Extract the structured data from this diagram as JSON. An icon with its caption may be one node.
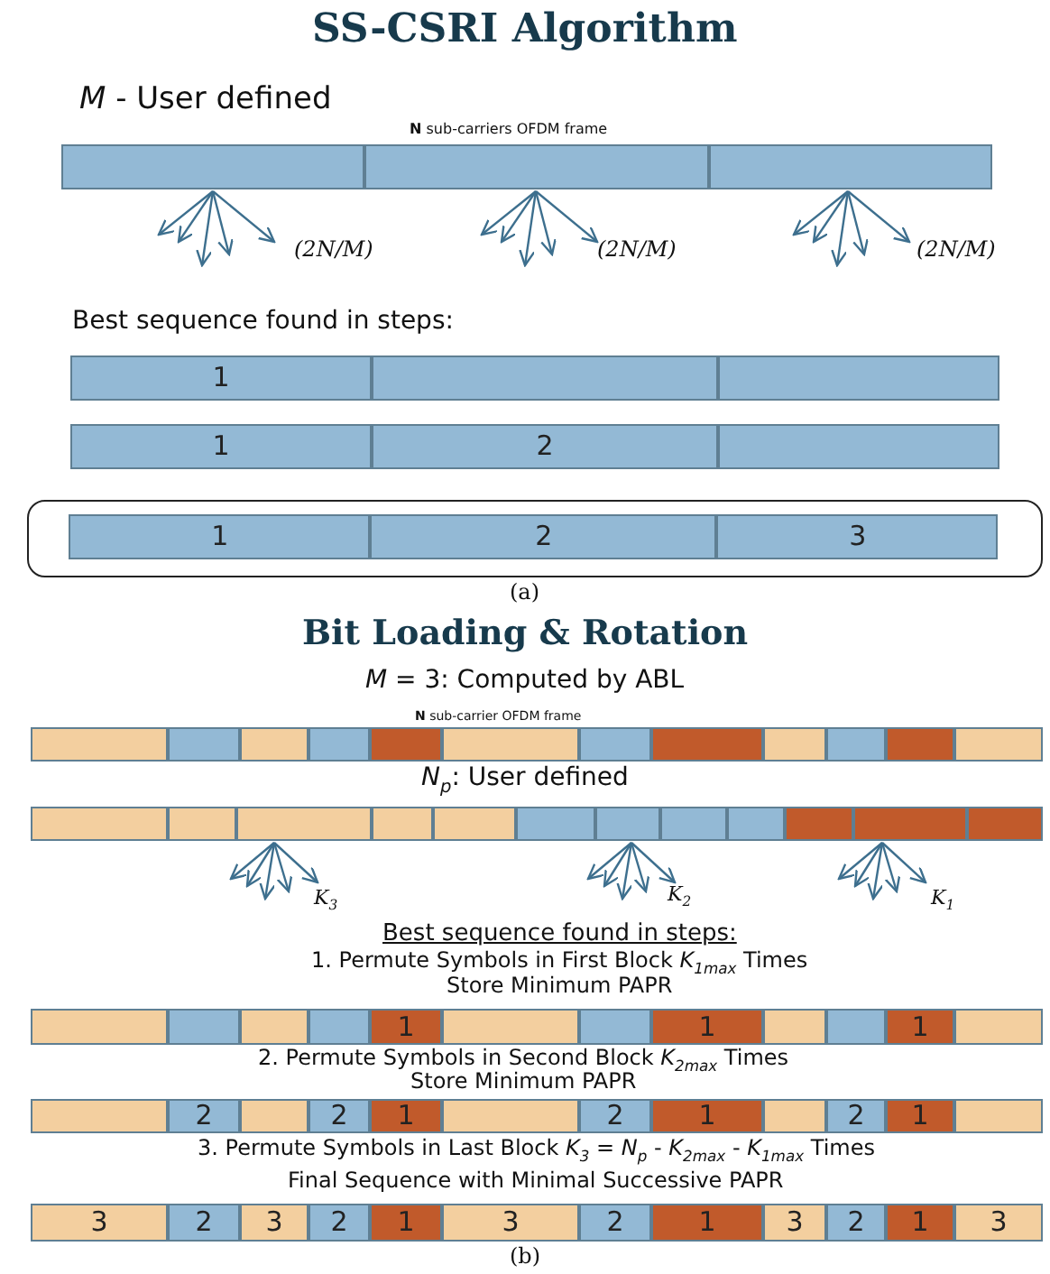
{
  "diagram": {
    "nodes": [
      {
        "text": [],
        "shape": "box"
      },
      {
        "text": [],
        "shape": "box"
      },
      {
        "text": [],
        "shape": "box"
      },
      {
        "text": [
          "1"
        ]
      },
      {
        "text": [],
        "shape": "box"
      },
      {
        "text": [],
        "shape": "box"
      },
      {
        "text": [
          "1"
        ]
      },
      {
        "text": [
          "2"
        ]
      },
      {
        "text": [],
        "shape": "box"
      },
      {
        "text": [],
        "shape": "box"
      },
      {
        "text": [
          "1"
        ],
        "in": 9
      },
      {
        "text": [
          "2"
        ],
        "in": 9
      },
      {
        "text": [
          "3"
        ],
        "in": 9
      },
      {
        "text": [],
        "shape": "box"
      },
      {
        "text": [],
        "shape": "box"
      },
      {
        "text": [],
        "shape": "box"
      },
      {
        "text": [],
        "shape": "box"
      },
      {
        "text": [],
        "shape": "box"
      },
      {
        "text": [],
        "shape": "box"
      },
      {
        "text": [],
        "shape": "box"
      },
      {
        "text": [],
        "shape": "box"
      },
      {
        "text": [],
        "shape": "box"
      },
      {
        "text": [],
        "shape": "box"
      },
      {
        "text": [],
        "shape": "box"
      },
      {
        "text": [],
        "shape": "box"
      },
      {
        "text": [],
        "shape": "box"
      },
      {
        "text": [],
        "shape": "box"
      },
      {
        "text": [],
        "shape": "box"
      },
      {
        "text": [],
        "shape": "box"
      },
      {
        "text": [],
        "shape": "box"
      },
      {
        "text": [],
        "shape": "box"
      },
      {
        "text": [],
        "shape": "box"
      },
      {
        "text": [],
        "shape": "box"
      },
      {
        "text": [],
        "shape": "box"
      },
      {
        "text": [],
        "shape": "box"
      },
      {
        "text": [],
        "shape": "box"
      },
      {
        "text": [],
        "shape": "box"
      },
      {
        "text": [],
        "shape": "box"
      },
      {
        "text": [],
        "shape": "box"
      },
      {
        "text": [],
        "shape": "box"
      },
      {
        "text": [],
        "shape": "box"
      },
      {
        "text": [
          "1"
        ]
      },
      {
        "text": [],
        "shape": "box"
      },
      {
        "text": [],
        "shape": "box"
      },
      {
        "text": [
          "1"
        ]
      },
      {
        "text": [],
        "shape": "box"
      },
      {
        "text": [],
        "shape": "box"
      },
      {
        "text": [
          "1"
        ]
      },
      {
        "text": [],
        "shape": "box"
      },
      {
        "text": [],
        "shape": "box"
      },
      {
        "text": [
          "2"
        ]
      },
      {
        "text": [],
        "shape": "box"
      },
      {
        "text": [
          "2"
        ]
      },
      {
        "text": [
          "1"
        ]
      },
      {
        "text": [],
        "shape": "box"
      },
      {
        "text": [
          "2"
        ]
      },
      {
        "text": [
          "1"
        ]
      },
      {
        "text": [],
        "shape": "box"
      },
      {
        "text": [
          "2"
        ]
      },
      {
        "text": [
          "1"
        ]
      },
      {
        "text": [],
        "shape": "box"
      },
      {
        "text": [
          "3"
        ]
      },
      {
        "text": [
          "2"
        ]
      },
      {
        "text": [
          "3"
        ]
      },
      {
        "text": [
          "2"
        ]
      },
      {
        "text": [
          "1"
        ]
      },
      {
        "text": [
          "3"
        ]
      },
      {
        "text": [
          "2"
        ]
      },
      {
        "text": [
          "1"
        ]
      },
      {
        "text": [
          "3"
        ]
      },
      {
        "text": [
          "2"
        ]
      },
      {
        "text": [
          "1"
        ]
      },
      {
        "text": [
          "3"
        ]
      }
    ],
    "labels": [
      "SS-CSRI Algorithm",
      "*M* - User defined",
      "**N** sub-carriers OFDM frame",
      "(2N/M)",
      "(2N/M)",
      "(2N/M)",
      "Best sequence found in steps:",
      "(a)",
      "Bit Loading & Rotation",
      "*M* = 3: Computed by ABL",
      "**N** sub-carrier OFDM frame",
      "*N*$_{p}$: User defined",
      "*K*$_{3}$",
      "*K*$_{2}$",
      "*K*$_{1}$",
      "Best sequence found in steps:",
      "1. Permute Symbols in First Block *K*$_{1max}$ Times",
      "Store Minimum PAPR",
      "2. Permute Symbols in Second Block *K*$_{2max}$ Times",
      "Store Minimum PAPR",
      "3. Permute Symbols in Last Block *K*$_{3}$ = *N*$_{p}$ - *K*$_{2max}$ - *K*$_{1max}$ Times",
      "Final Sequence with Minimal Successive PAPR",
      "(b)"
    ]
  }
}
